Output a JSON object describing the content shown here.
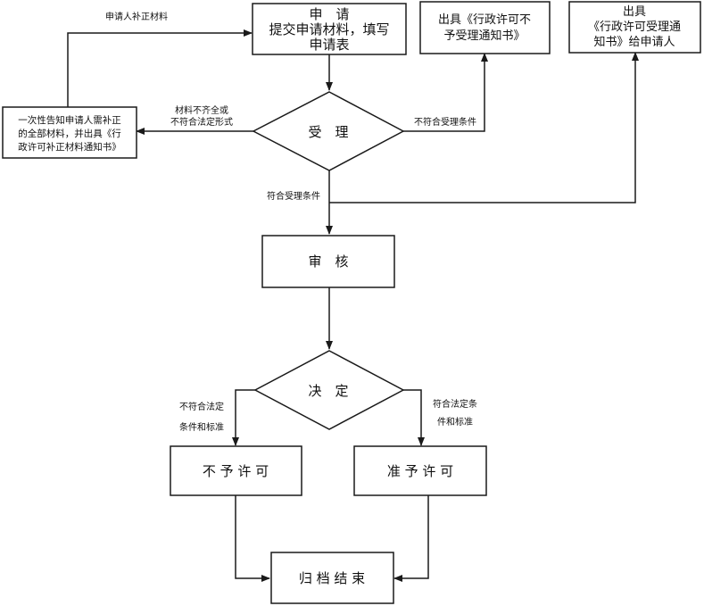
{
  "nodes": {
    "apply": {
      "lines": [
        "申　请",
        "提交申请材料，填写",
        "申请表"
      ]
    },
    "reject_notice": {
      "lines": [
        "出具《行政许可不",
        "予受理通知书》"
      ]
    },
    "accept_notice": {
      "lines": [
        "出具",
        "《行政许可受理通",
        "知书》给申请人"
      ]
    },
    "supplement_notice": {
      "lines": [
        "一次性告知申请人需补正",
        "的全部材料，并出具《行",
        "政许可补正材料通知书》"
      ]
    },
    "accept": {
      "label": "受　理"
    },
    "review": {
      "label": "审　核"
    },
    "decide": {
      "label": "决　定"
    },
    "deny": {
      "label": "不 予 许 可"
    },
    "grant": {
      "label": "准 予 许 可"
    },
    "archive": {
      "label": "归 档 结 束"
    }
  },
  "edges": {
    "resubmit": "申请人补正材料",
    "incomplete": [
      "材料不齐全或",
      "不符合法定形式"
    ],
    "not_eligible": "不符合受理条件",
    "eligible": "符合受理条件",
    "not_legal": [
      "不符合法定",
      "条件和标准"
    ],
    "legal": [
      "符合法定条",
      "件和标准"
    ]
  },
  "colors": {
    "stroke": "#1a1a1a",
    "text": "#111111",
    "background": "#ffffff"
  }
}
